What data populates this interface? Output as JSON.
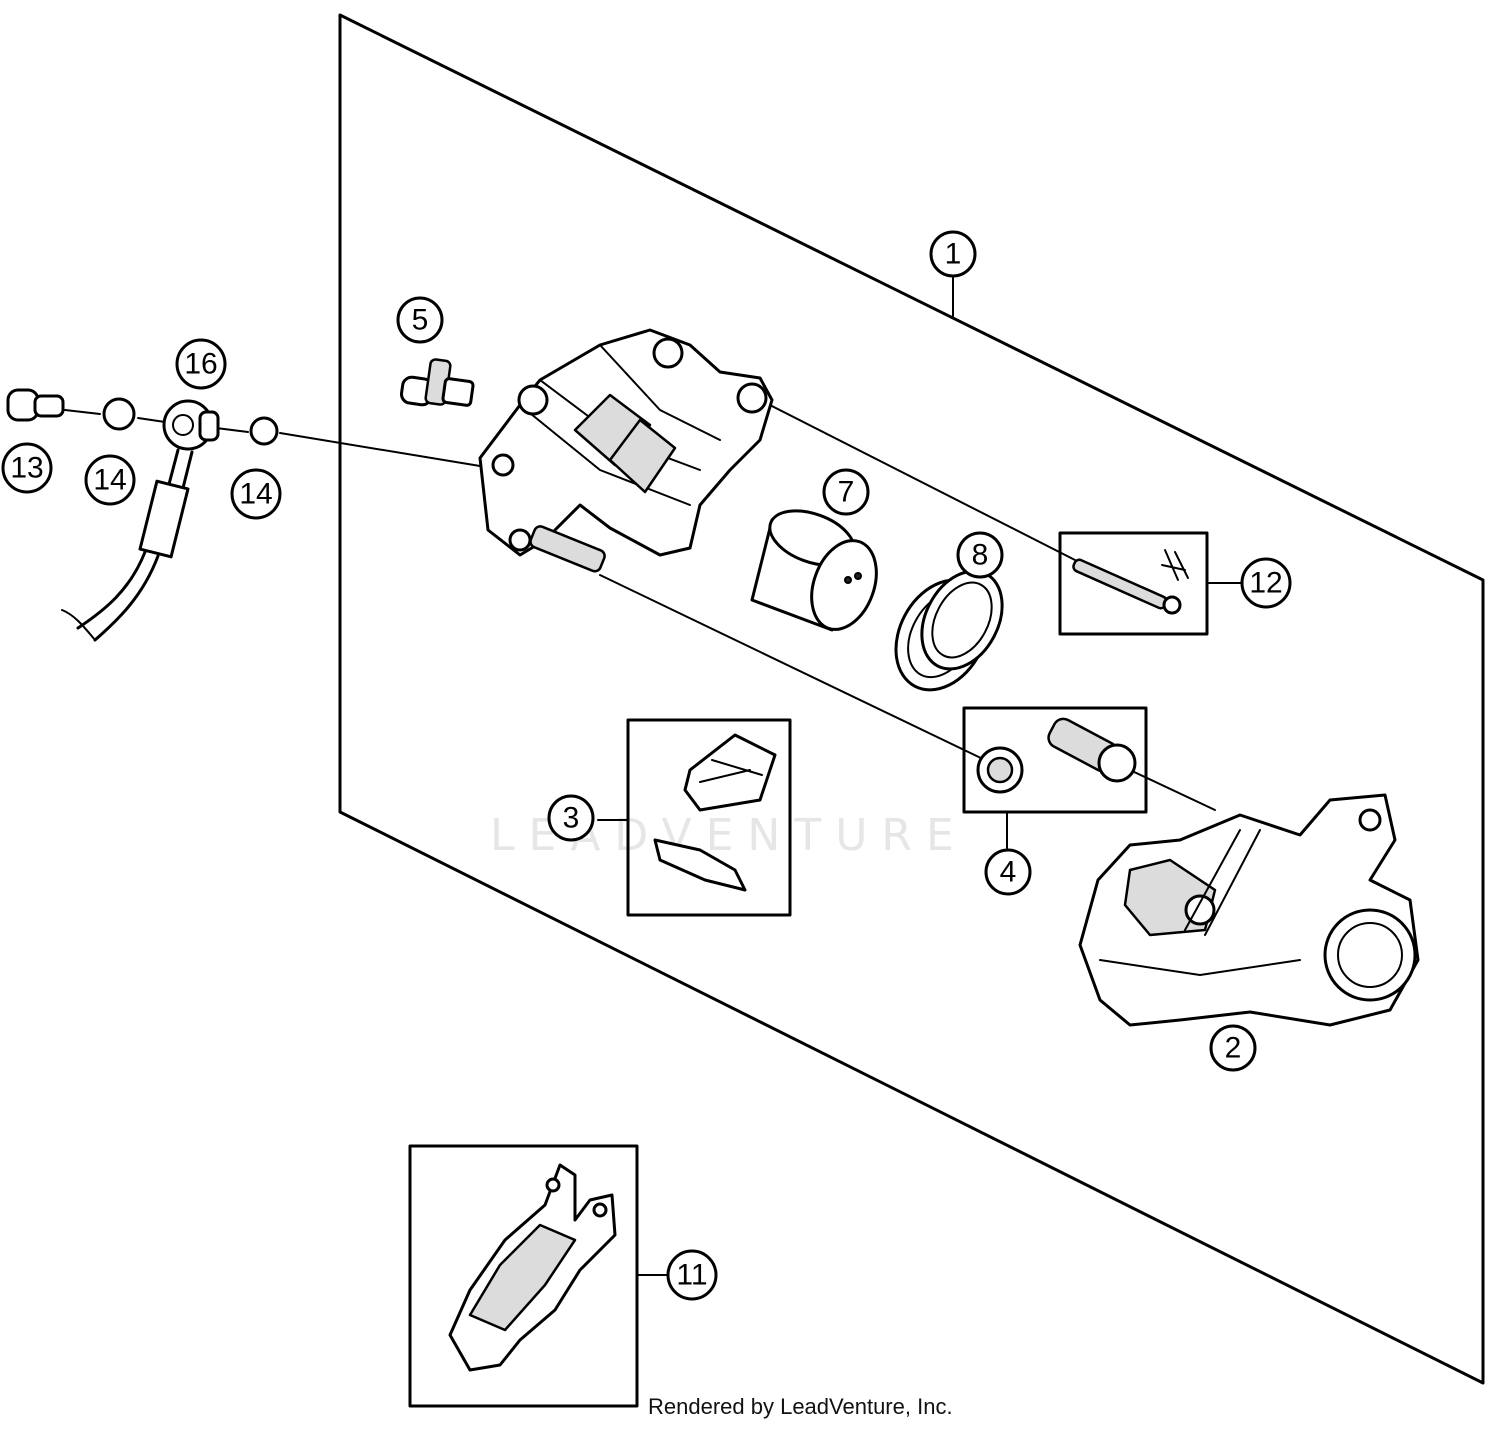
{
  "diagram": {
    "callouts": [
      {
        "id": "c1",
        "label": "1"
      },
      {
        "id": "c2",
        "label": "2"
      },
      {
        "id": "c3",
        "label": "3"
      },
      {
        "id": "c4",
        "label": "4"
      },
      {
        "id": "c5",
        "label": "5"
      },
      {
        "id": "c7",
        "label": "7"
      },
      {
        "id": "c8",
        "label": "8"
      },
      {
        "id": "c11",
        "label": "11"
      },
      {
        "id": "c12",
        "label": "12"
      },
      {
        "id": "c13",
        "label": "13"
      },
      {
        "id": "c14a",
        "label": "14"
      },
      {
        "id": "c14b",
        "label": "14"
      },
      {
        "id": "c16",
        "label": "16"
      }
    ],
    "watermark": "LEADVENTURE",
    "credit": "Rendered by LeadVenture, Inc."
  }
}
